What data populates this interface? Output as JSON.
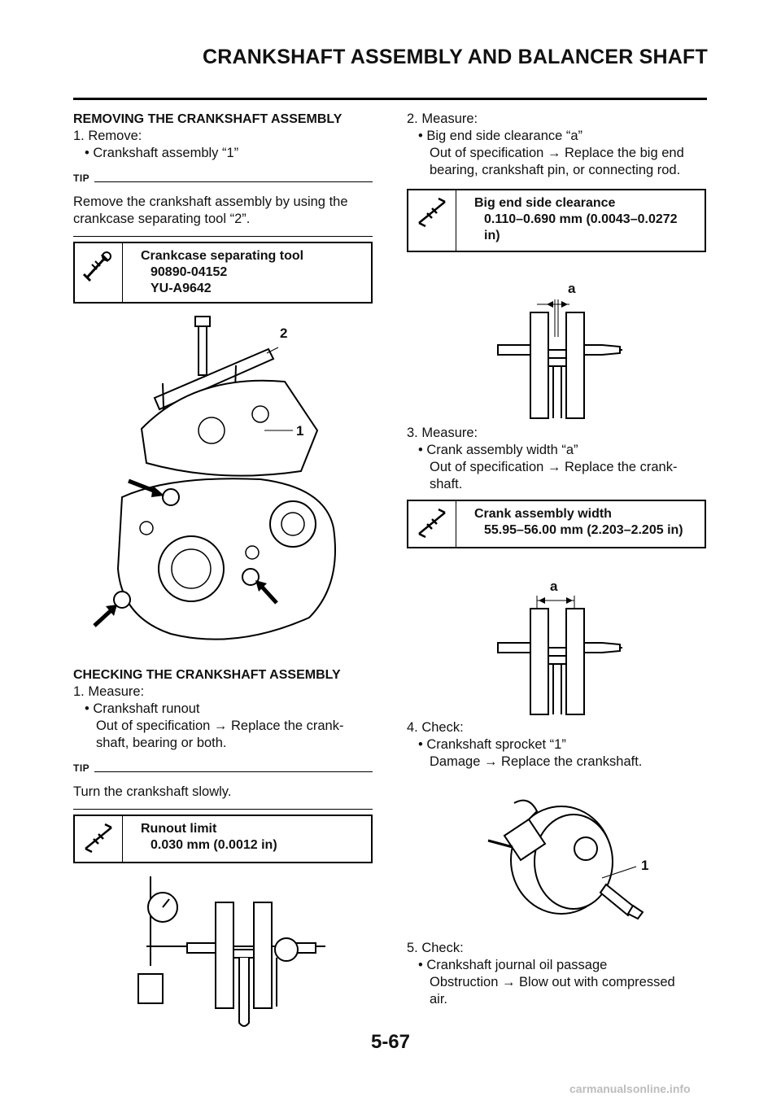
{
  "page": {
    "title": "CRANKSHAFT ASSEMBLY AND BALANCER SHAFT",
    "page_number": "5-67",
    "footer": "carmanualsonline.info"
  },
  "removing": {
    "heading": "REMOVING THE CRANKSHAFT ASSEMBLY",
    "step1": "1. Remove:",
    "item1": "• Crankshaft assembly “1”",
    "tip_label": "TIP",
    "tip_text": "Remove the crankshaft assembly by using the crankcase separating tool “2”.",
    "spec_title": "Crankcase separating tool",
    "spec_val1": "90890-04152",
    "spec_val2": "YU-A9642",
    "callout_2": "2",
    "callout_1": "1"
  },
  "checking": {
    "heading": "CHECKING THE CRANKSHAFT ASSEMBLY",
    "step1": "1. Measure:",
    "item1": "• Crankshaft runout",
    "item1_detail_a": "Out of specification → Replace the crank-",
    "item1_detail_b": "shaft, bearing or both.",
    "tip_label": "TIP",
    "tip_text": "Turn the crankshaft slowly.",
    "spec_title": "Runout limit",
    "spec_val": "0.030 mm (0.0012 in)"
  },
  "right": {
    "step2": "2. Measure:",
    "item2": "• Big end side clearance “a”",
    "item2_detail_a": "Out of specification → Replace the big end",
    "item2_detail_b": "bearing, crankshaft pin, or connecting rod.",
    "spec2_title": "Big end side clearance",
    "spec2_val_a": "0.110–0.690 mm (0.0043–0.0272",
    "spec2_val_b": "in)",
    "callout_a1": "a",
    "step3": "3. Measure:",
    "item3": "• Crank assembly width “a”",
    "item3_detail_a": "Out of specification → Replace the crank-",
    "item3_detail_b": "shaft.",
    "spec3_title": "Crank assembly width",
    "spec3_val": "55.95–56.00 mm (2.203–2.205 in)",
    "callout_a2": "a",
    "step4": "4. Check:",
    "item4": "• Crankshaft sprocket “1”",
    "item4_detail": "Damage → Replace the crankshaft.",
    "callout_1": "1",
    "step5": "5. Check:",
    "item5": "• Crankshaft journal oil passage",
    "item5_detail_a": "Obstruction → Blow out with compressed",
    "item5_detail_b": "air."
  }
}
